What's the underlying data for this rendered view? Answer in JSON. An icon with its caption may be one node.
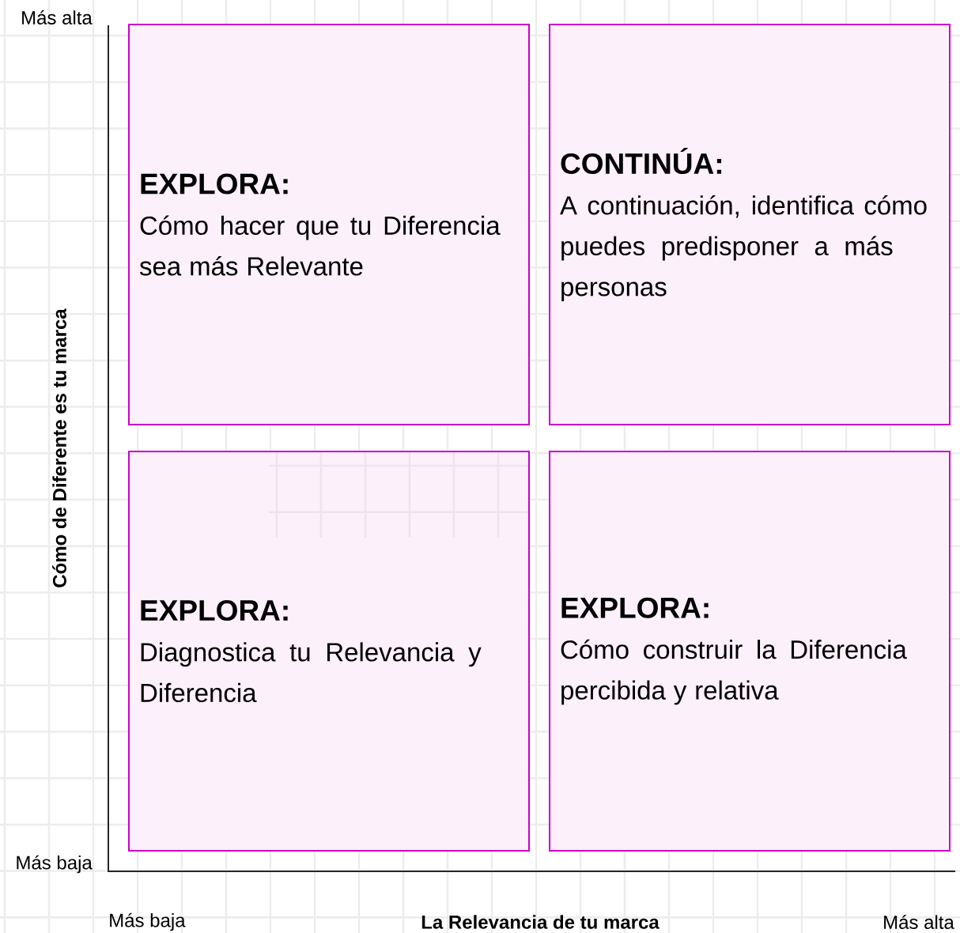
{
  "diagram": {
    "nodes": [
      {
        "text": [
          "EXPLORA:",
          "Cómo hacer que tu Diferencia sea más Relevante"
        ]
      },
      {
        "text": [
          "CONTINÚA:",
          "A continuación, identifica cómo puedes predisponer a más personas"
        ]
      },
      {
        "text": [
          "EXPLORA:",
          "Diagnostica tu Relevancia y Diferencia"
        ]
      },
      {
        "text": [
          "EXPLORA:",
          "Cómo construir la Diferencia percibida y relativa"
        ]
      }
    ],
    "labels": [
      "Más alta",
      "Cómo de Diferente es tu marca",
      "Más baja",
      "Más baja",
      "La Relevancia de tu marca",
      "Más alta"
    ]
  }
}
